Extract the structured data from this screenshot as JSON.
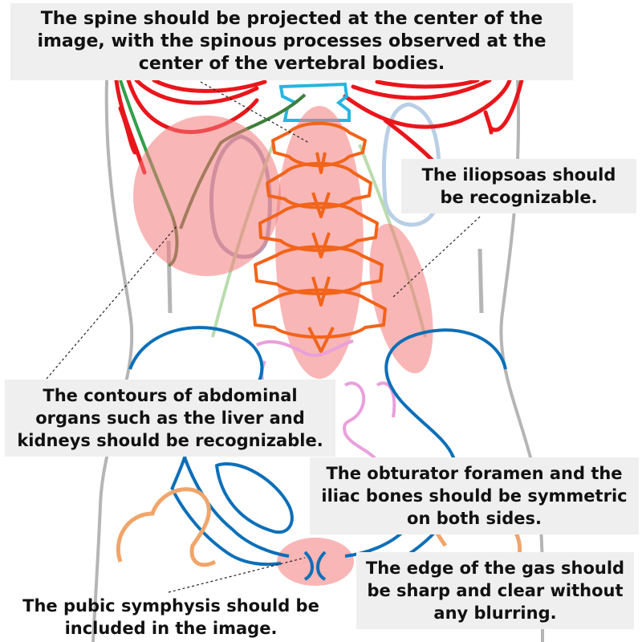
{
  "annotations": {
    "spine": "The spine should be projected at the center of the image, with the spinous processes observed at the center of the vertebral bodies.",
    "iliopsoas": "The iliopsoas should be recognizable.",
    "organs": "The contours of abdominal organs such as the liver and kidneys should be recognizable.",
    "obturator": "The obturator foramen and the iliac bones should be symmetric on both sides.",
    "gas": "The edge of the gas should be sharp and clear without any blurring.",
    "pubic": "The pubic symphysis should be included in the image."
  },
  "colors": {
    "body_outline": "#b5b5b5",
    "ribs": "#e8161b",
    "vertebrae": "#f26419",
    "pelvis": "#0b6fb8",
    "highlight": "#f47a7a",
    "bowel": "#e9a0dc",
    "femur": "#f0a56a",
    "kidney": "#a7a7c9",
    "stomach": "#b9cfe6",
    "liver_edge": "#3e7f3a",
    "psoas_line": "#b9dcae",
    "t12": "#28b5e0",
    "callout_bg": "#efefef"
  }
}
